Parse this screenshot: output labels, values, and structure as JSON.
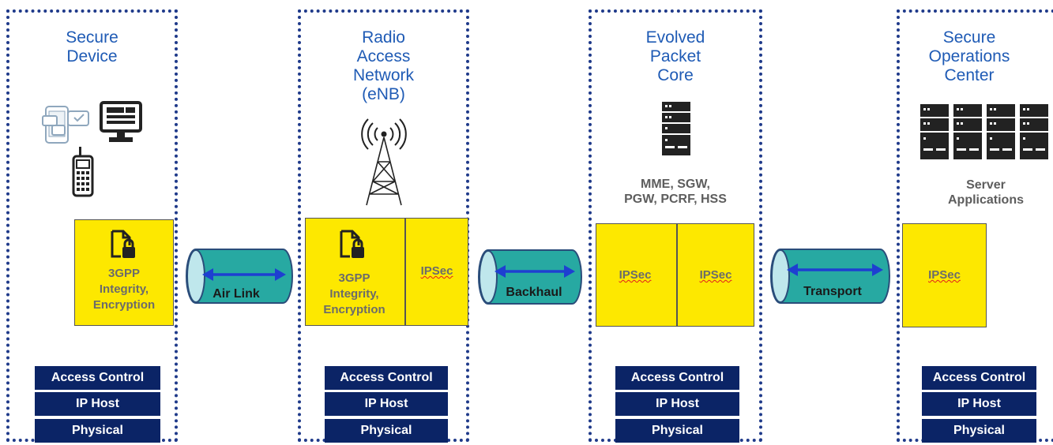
{
  "zones": [
    {
      "title_lines": [
        "Secure",
        "Device"
      ],
      "yellow_text_lines": [
        "3GPP",
        "Integrity,",
        "Encryption"
      ],
      "stack": [
        "Access Control",
        "IP Host",
        "Physical"
      ]
    },
    {
      "title_lines": [
        "Radio",
        "Access",
        "Network",
        "(eNB)"
      ],
      "yellow_text_lines": [
        "3GPP",
        "Integrity,",
        "Encryption"
      ],
      "ipsec": "IPSec",
      "stack": [
        "Access Control",
        "IP Host",
        "Physical"
      ]
    },
    {
      "title_lines": [
        "Evolved",
        "Packet",
        "Core"
      ],
      "caption_lines": [
        "MME, SGW,",
        "PGW, PCRF, HSS"
      ],
      "ipsec_left": "IPSec",
      "ipsec_right": "IPSec",
      "stack": [
        "Access Control",
        "IP Host",
        "Physical"
      ]
    },
    {
      "title_lines": [
        "Secure",
        "Operations",
        "Center"
      ],
      "caption_lines": [
        "Server",
        "Applications"
      ],
      "ipsec": "IPSec",
      "stack": [
        "Access Control",
        "IP Host",
        "Physical"
      ]
    }
  ],
  "links": [
    "Air Link",
    "Backhaul",
    "Transport"
  ],
  "colors": {
    "border": "#1f3a8a",
    "title": "#1f5bb5",
    "yellow": "#fde800",
    "stack": "#0b2466",
    "pipe": "#27a9a2",
    "arrow": "#1e3fd1"
  },
  "icons": [
    "tablet-phone-icon",
    "desktop-monitor-icon",
    "handheld-radio-icon",
    "lock-document-icon",
    "cell-tower-icon",
    "server-rack-icon",
    "server-cluster-icon"
  ]
}
